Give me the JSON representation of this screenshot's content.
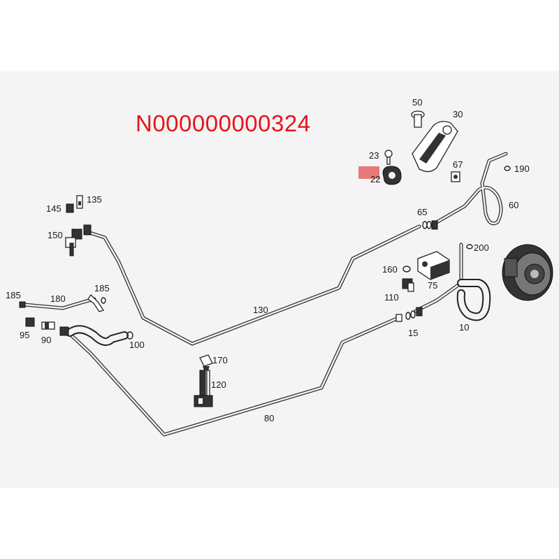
{
  "diagram": {
    "part_number": "N000000000324",
    "labels": {
      "l10": "10",
      "l15": "15",
      "l22": "22",
      "l23": "23",
      "l30": "30",
      "l50": "50",
      "l60": "60",
      "l65": "65",
      "l67": "67",
      "l75": "75",
      "l80": "80",
      "l90": "90",
      "l95": "95",
      "l100": "100",
      "l110": "110",
      "l120": "120",
      "l130": "130",
      "l135": "135",
      "l145": "145",
      "l150": "150",
      "l160": "160",
      "l170": "170",
      "l180": "180",
      "l185a": "185",
      "l185b": "185",
      "l190": "190",
      "l200": "200"
    }
  }
}
